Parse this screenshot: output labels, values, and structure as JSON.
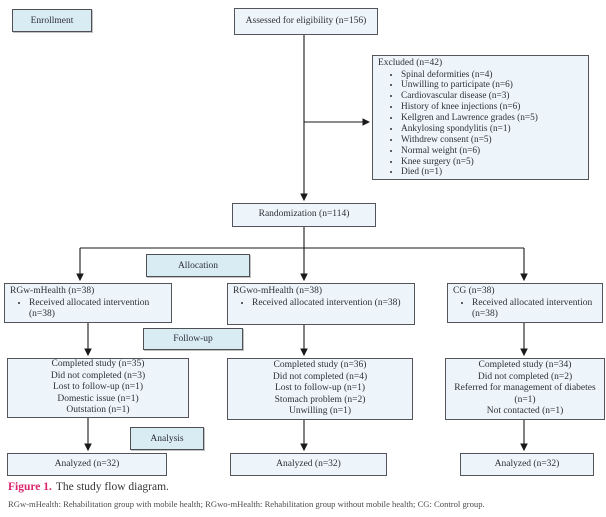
{
  "colors": {
    "box_fill": "#edf5fa",
    "stage_fill": "#d9ecf4",
    "border": "#53555a",
    "text": "#2e2e3a",
    "caption_accent": "#d9266e",
    "connector": "#1a1a1a"
  },
  "labels": {
    "enrollment": "Enrollment",
    "allocation": "Allocation",
    "followup": "Follow-up",
    "analysis": "Analysis"
  },
  "flow": {
    "assessed": "Assessed for eligibility (n=156)",
    "excluded_title": "Excluded (n=42)",
    "excluded_items": [
      "Spinal deformities (n=4)",
      "Unwilling to participate (n=6)",
      "Cardiovascular disease (n=3)",
      "History of knee injections (n=6)",
      "Kellgren and Lawrence grades (n=5)",
      "Ankylosing spondylitis (n=1)",
      "Withdrew consent (n=5)",
      "Normal weight (n=6)",
      "Knee surgery (n=5)",
      "Died (n=1)"
    ],
    "randomization": "Randomization (n=114)",
    "groups": [
      {
        "title": "RGw-mHealth (n=38)",
        "intervention": "Received allocated intervention (n=38)",
        "followup_lines": [
          "Completed study (n=35)",
          "Did not completed (n=3)",
          "Lost to follow-up (n=1)",
          "Domestic issue (n=1)",
          "Outstation (n=1)"
        ],
        "analyzed": "Analyzed (n=32)"
      },
      {
        "title": "RGwo-mHealth (n=38)",
        "intervention": "Received allocated intervention (n=38)",
        "followup_lines": [
          "Completed study (n=36)",
          "Did not completed (n=4)",
          "Lost to follow-up (n=1)",
          "Stomach problem (n=2)",
          "Unwilling (n=1)"
        ],
        "analyzed": "Analyzed (n=32)"
      },
      {
        "title": "CG (n=38)",
        "intervention": "Received allocated intervention (n=38)",
        "followup_lines": [
          "Completed study (n=34)",
          "Did not completed (n=2)",
          "Referred for management of diabetes (n=1)",
          "Not contacted (n=1)"
        ],
        "analyzed": "Analyzed (n=32)"
      }
    ]
  },
  "caption": {
    "label": "Figure 1.",
    "text": "The study flow diagram."
  },
  "footnote": "RGw-mHealth: Rehabilitation group with mobile health; RGwo-mHealth: Rehabilitation group without mobile health; CG: Control group."
}
